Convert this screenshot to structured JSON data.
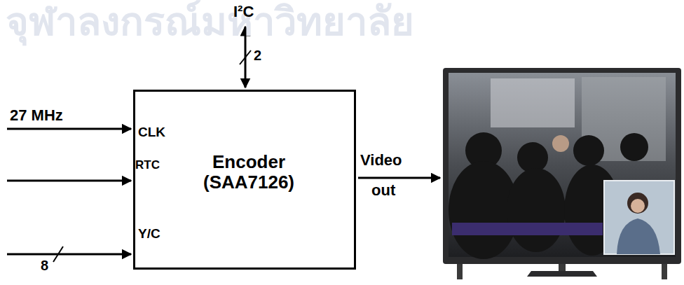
{
  "diagram": {
    "nodes": [
      {
        "text": [
          "Encoder (SAA7126)"
        ]
      }
    ],
    "labels": [
      "จุฬาลงกรณ์มหาวิทยาลัย",
      "I²C",
      "2",
      "27 MHz",
      "CLK",
      "RTC",
      "Y/C",
      "8",
      "Video",
      "out"
    ]
  }
}
